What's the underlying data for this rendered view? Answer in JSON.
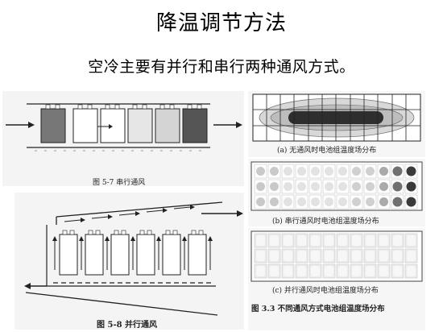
{
  "slide": {
    "title": "降温调节方法",
    "subtitle": "空冷主要有并行和串行两种通风方式。"
  },
  "figures": {
    "fig57_caption": "图 5-7  串行通风",
    "fig58_caption": "图 5-8  并行通风",
    "fig33a_caption": "(a) 无通风时电池组温度场分布",
    "fig33b_caption": "(b) 串行通风时电池组温度场分布",
    "fig33c_caption": "(c) 并行通风时电池组温度场分布",
    "fig33_caption": "图 3.3  不同通风方式电池组温度场分布"
  },
  "colors": {
    "panel_bg": "#f2f2f2",
    "line": "#222222",
    "cell_light": "#ffffff",
    "cell_mid": "#c8c8c8",
    "cell_dark": "#444444"
  }
}
